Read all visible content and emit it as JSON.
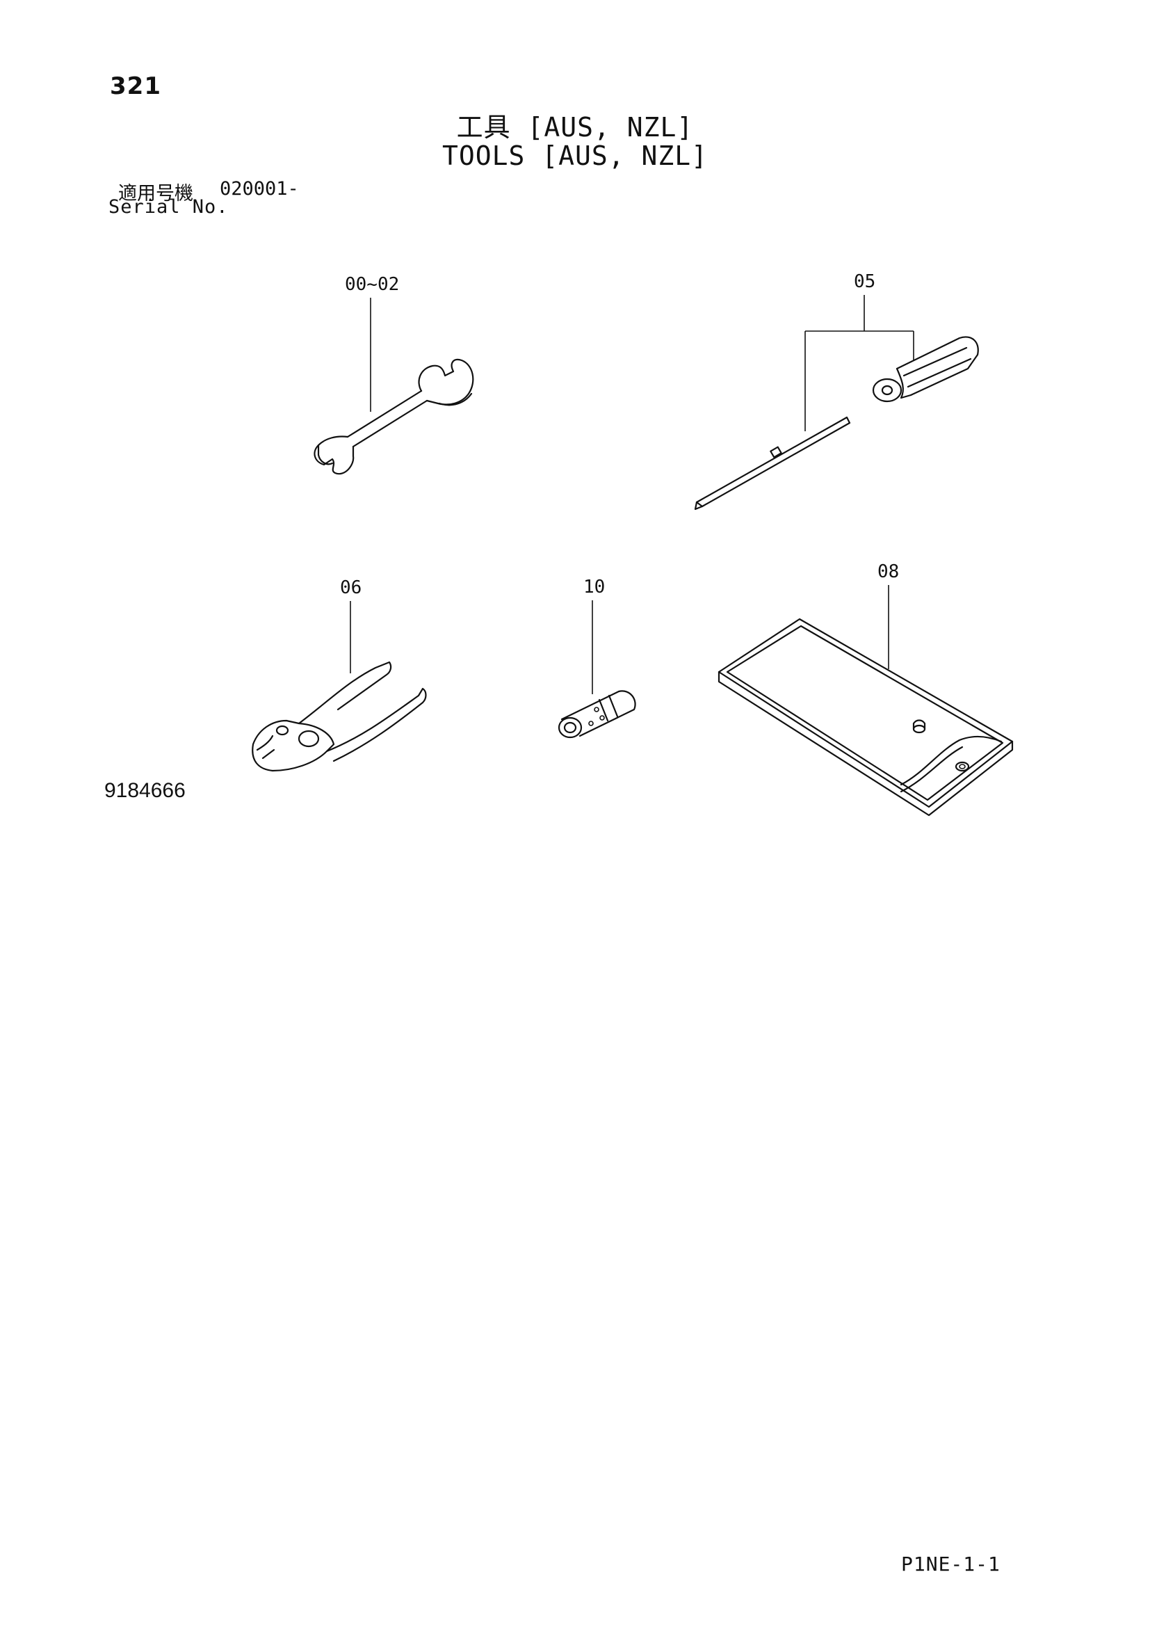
{
  "page_number": "321",
  "title_ja": "工具 [AUS, NZL]",
  "title_en": "TOOLS [AUS, NZL]",
  "serial": {
    "label_ja": "適用号機",
    "value": "020001-",
    "label_en": "Serial No."
  },
  "callouts": {
    "wrench": "00~02",
    "screwdriver": "05",
    "pliers": "06",
    "socket": "10",
    "tool_bag": "08"
  },
  "drawing_number": "9184666",
  "page_code": "P1NE-1-1"
}
